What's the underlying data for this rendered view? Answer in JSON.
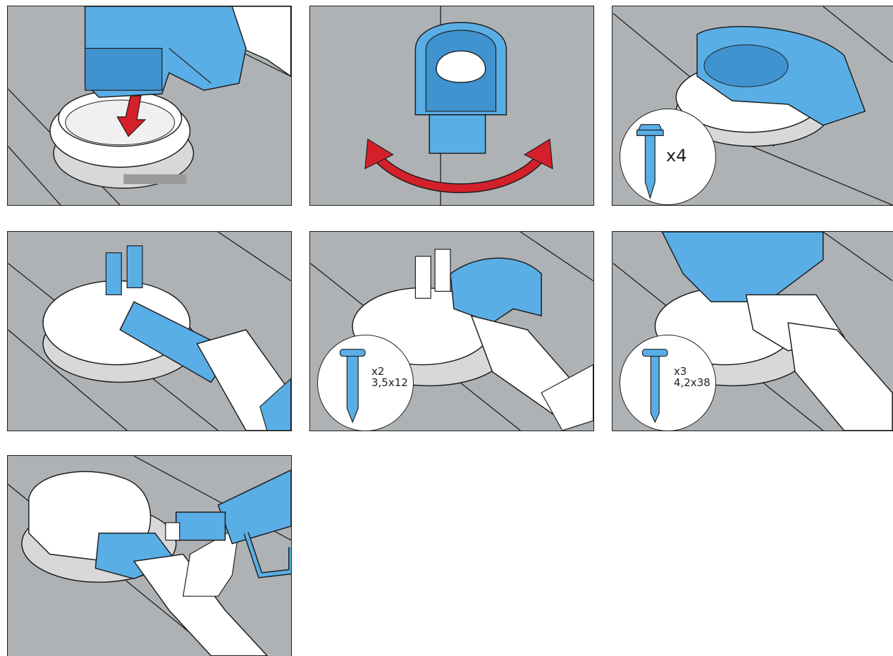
{
  "panels": [
    {
      "name": "step-1-insert-adapter"
    },
    {
      "name": "step-2-rotate-adapter"
    },
    {
      "name": "step-3-fix-adapter"
    },
    {
      "name": "step-4-connect-pipes"
    },
    {
      "name": "step-5-fit-cover"
    },
    {
      "name": "step-6-fit-top-cover"
    },
    {
      "name": "step-7-heat-shrink"
    }
  ],
  "callouts": {
    "step3": {
      "quantity": "x4"
    },
    "step5": {
      "quantity": "x2",
      "size": "3,5x12"
    },
    "step6": {
      "quantity": "x3",
      "size": "4,2x38"
    }
  },
  "icons": {
    "down-arrow": "red-arrow-down-icon",
    "rotate-arrow": "red-rotate-arrow-icon",
    "hex-screw": "hex-head-screw-icon",
    "round-screw": "round-head-screw-icon",
    "heat-gun": "heat-gun-icon"
  },
  "colors": {
    "part_blue": "#5aaee6",
    "arrow_red": "#d3202a",
    "surface_grey": "#aeb2b5",
    "outline": "#1e1e1e",
    "white_part": "#ffffff"
  }
}
